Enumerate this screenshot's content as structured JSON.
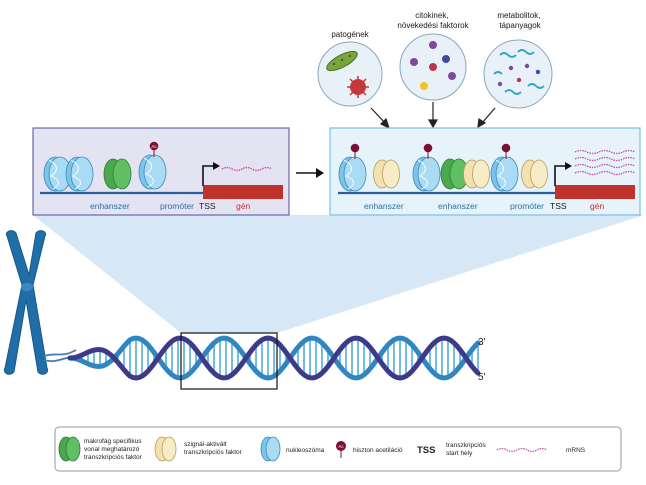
{
  "colors": {
    "panel_fill": "#e4e3f1",
    "panel_stroke": "#6a68a8",
    "panel2_fill": "#e6f3fa",
    "panel2_stroke": "#7cc0e2",
    "nucleosome": "#7cc4e8",
    "macrophage_tf": "#4aa84e",
    "signal_tf": "#f3e2b0",
    "acetyl": "#7a1034",
    "gene": "#c0322c",
    "mrna": "#c74fa6",
    "dna_dark": "#3d3a8a",
    "dna_light": "#2f86c0",
    "chromosome": "#1f6ea7",
    "cone": "#cfe3f5"
  },
  "stimuli": {
    "pathogens": "patogének",
    "cytokines": "citokinek,\nnövekedési faktorok",
    "metabolites": "metabolitok,\ntápanyagok"
  },
  "left_panel": {
    "enhancer": "enhanszer",
    "promoter": "promóter",
    "tss": "TSS",
    "gene": "gén"
  },
  "right_panel": {
    "enhancer_1": "enhanszer",
    "enhancer_2": "enhanszer",
    "promoter": "promóter",
    "tss": "TSS",
    "gene": "gén"
  },
  "acetyl_mark": "Ac",
  "strand_labels": {
    "three_prime": "3'",
    "five_prime": "5'"
  },
  "legend": {
    "macrophage_tf": "makrofág specifikus\nvonal meghatározó\ntranszkripciós faktor",
    "signal_tf": "szignál-aktivált\ntranszkripciós faktor",
    "nucleosome": "nukleoszóma",
    "acetyl_symbol": "Ac",
    "histone_acetylation": "hiszton acetiláció",
    "tss_symbol": "TSS",
    "tss_desc": "transzkripciós\nstart hely",
    "mrna": "mRNS"
  }
}
